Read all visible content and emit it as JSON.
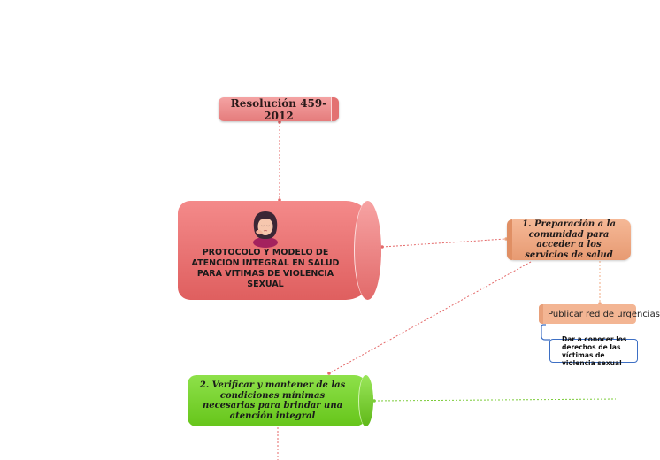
{
  "diagram": {
    "nodes": {
      "resolution": {
        "label": "Resolución 459-2012"
      },
      "main": {
        "label": "PROTOCOLO Y MODELO DE ATENCION INTEGRAL EN SALUD PARA VITIMAS DE VIOLENCIA SEXUAL",
        "icon": "woman-avatar-icon"
      },
      "preparation": {
        "label": "1. Preparación a la comunidad para acceder a los servicios de salud"
      },
      "publish": {
        "label": "Publicar red de urgencias"
      },
      "inform": {
        "label": "Dar a conocer los derechos de las víctimas de violencia sexual"
      },
      "verify": {
        "label": "2. Verificar y mantener de las condiciones mínimas necesarias para brindar una atención integral"
      }
    },
    "colors": {
      "resolution": "#ec8d8d",
      "main": "#e86f6f",
      "preparation": "#eea47f",
      "verify": "#78d22c",
      "connector_red": "#e46a6a",
      "connector_orange": "#f0a882",
      "connector_green": "#7ccc3a",
      "connector_blue": "#3d6fc4"
    }
  }
}
